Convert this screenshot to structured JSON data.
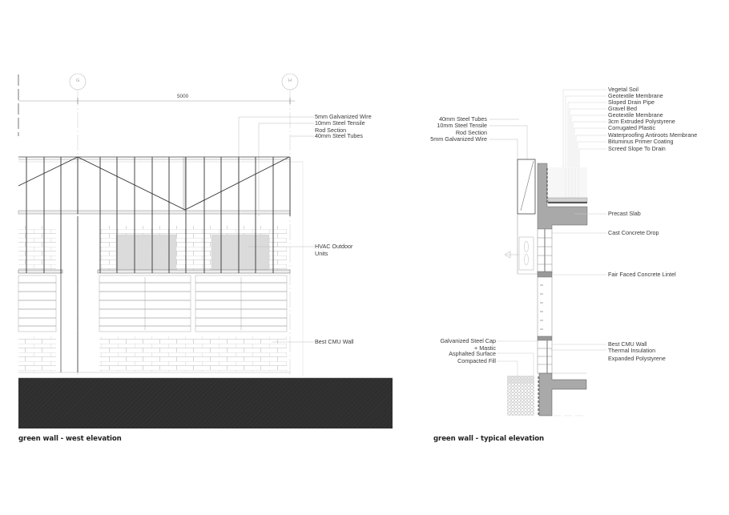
{
  "west_elevation": {
    "caption": "green wall - west elevation",
    "grid_labels": [
      "G",
      "H"
    ],
    "dimension": "5000",
    "callouts_top": [
      "5mm Galvanized Wire",
      "10mm Steel Tensile",
      "Rod Section",
      "40mm Steel Tubes"
    ],
    "callout_hvac": [
      "HVAC Outdoor",
      "Units"
    ],
    "callout_cmu": "Best CMU Wall"
  },
  "typical_elevation": {
    "caption": "green wall - typical elevation",
    "callouts_left_top": [
      "40mm Steel Tubes",
      "10mm Steel Tensile",
      "Rod Section",
      "5mm Galvanized Wire"
    ],
    "callouts_right_top": [
      "Vegetal Soil",
      "Geotextile Membrane",
      "Sloped Drain Pipe",
      "Gravel Bed",
      "Geotextile Membrane",
      "3cm Extruded Polystyrene",
      "Corrugated Plastic",
      "Waterproofing Antiroots Membrane",
      "Bituminus Primer Coating",
      "Screed Slope To Drain"
    ],
    "callout_precast": "Precast Slab",
    "callout_drop": "Cast Concrete Drop",
    "callout_lintel": "Fair Faced Concrete Lintel",
    "callouts_left_bottom": [
      "Galvanized Steel Cap",
      "+ Mastic",
      "Asphalted Surface",
      "Compacted Fill"
    ],
    "callouts_right_bottom": [
      "Best CMU Wall",
      "Thermal Insulation",
      "Expanded Polystyrene"
    ]
  },
  "colors": {
    "ground": "#2e2e2e",
    "concrete": "#a9a9a9",
    "hvac_fill": "#dcdcdc",
    "line": "#333333",
    "light_line": "#bbbbbb"
  }
}
